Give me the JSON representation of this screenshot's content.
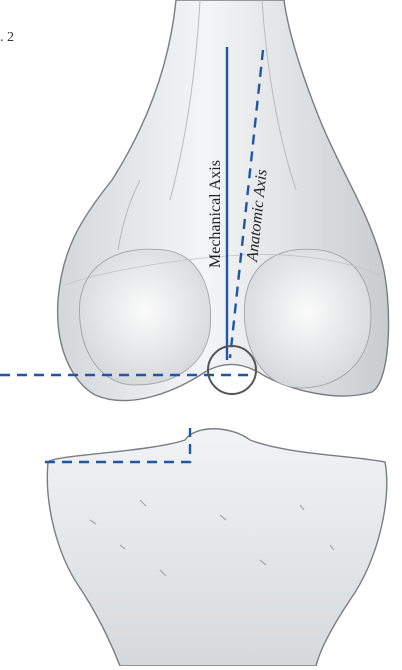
{
  "figure": {
    "label": ". 2"
  },
  "axes": {
    "mechanical": {
      "label": "Mechanical Axis"
    },
    "anatomic": {
      "label": "Anatomic Axis"
    }
  },
  "colors": {
    "axis_line": "#1f57a6",
    "bone_fill": "#e9ebec",
    "bone_shade": "#c8cbcd",
    "bone_edge": "#6f7274",
    "circle": "#555555"
  }
}
